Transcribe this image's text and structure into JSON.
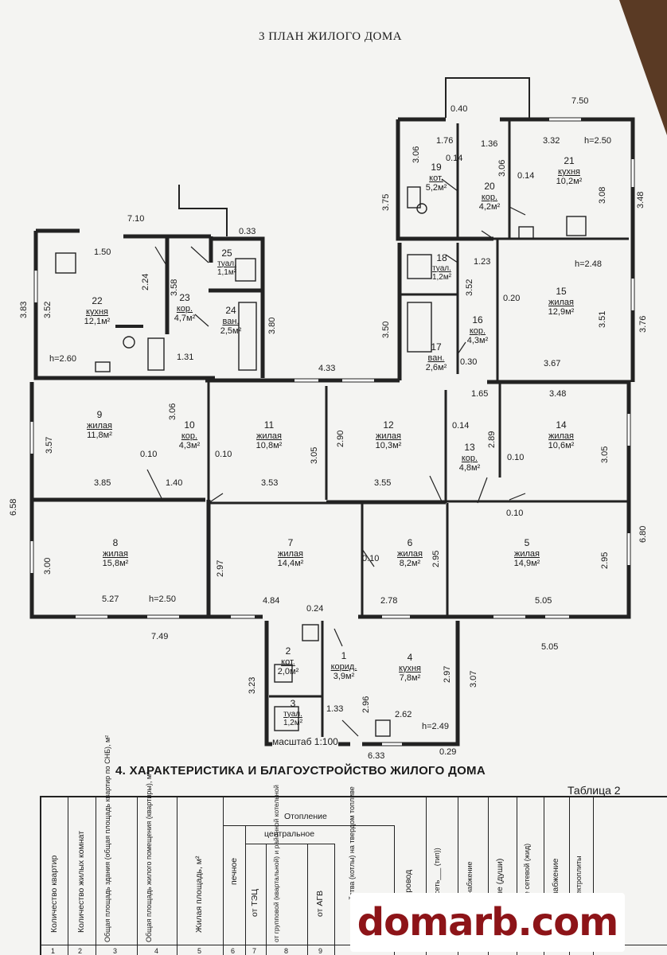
{
  "title": "3 ПЛАН ЖИЛОГО ДОМА",
  "rooms": [
    {
      "no": "22",
      "type": "кухня",
      "area": "12,1м²"
    },
    {
      "no": "23",
      "type": "кор.",
      "area": "4,7м²"
    },
    {
      "no": "24",
      "type": "ван.",
      "area": "2,5м²"
    },
    {
      "no": "25",
      "type": "туал.",
      "area": "1,1м²"
    },
    {
      "no": "19",
      "type": "кот.",
      "area": "5,2м²"
    },
    {
      "no": "20",
      "type": "кор.",
      "area": "4,2м²"
    },
    {
      "no": "21",
      "type": "кухня",
      "area": "10,2м²"
    },
    {
      "no": "18",
      "type": "туал.",
      "area": "1,2м²"
    },
    {
      "no": "17",
      "type": "ван.",
      "area": "2,6м²"
    },
    {
      "no": "16",
      "type": "кор.",
      "area": "4,3м²"
    },
    {
      "no": "15",
      "type": "жилая",
      "area": "12,9м²"
    },
    {
      "no": "9",
      "type": "жилая",
      "area": "11,8м²"
    },
    {
      "no": "10",
      "type": "кор.",
      "area": "4,3м²"
    },
    {
      "no": "11",
      "type": "жилая",
      "area": "10,8м²"
    },
    {
      "no": "12",
      "type": "жилая",
      "area": "10,3м²"
    },
    {
      "no": "13",
      "type": "кор.",
      "area": "4,8м²"
    },
    {
      "no": "14",
      "type": "жилая",
      "area": "10,6м²"
    },
    {
      "no": "8",
      "type": "жилая",
      "area": "15,8м²"
    },
    {
      "no": "7",
      "type": "жилая",
      "area": "14,4м²"
    },
    {
      "no": "6",
      "type": "жилая",
      "area": "8,2м²"
    },
    {
      "no": "5",
      "type": "жилая",
      "area": "14,9м²"
    },
    {
      "no": "2",
      "type": "кот.",
      "area": "2,0м²"
    },
    {
      "no": "1",
      "type": "корид.",
      "area": "3,9м²"
    },
    {
      "no": "4",
      "type": "кухня",
      "area": "7,8м²"
    },
    {
      "no": "3",
      "type": "туал.",
      "area": "1,2м²"
    }
  ],
  "dims": [
    "7.10",
    "0.33",
    "3.58",
    "3.80",
    "2.24",
    "1.31",
    "3.52",
    "3.83",
    "h=2.60",
    "1.50",
    "0.40",
    "7.50",
    "1.76",
    "1.36",
    "3.32",
    "h=2.50",
    "3.06",
    "0.14",
    "3.06",
    "0.14",
    "3.75",
    "3.08",
    "3.48",
    "1.23",
    "h=2.48",
    "3.52",
    "0.20",
    "3.50",
    "3.51",
    "3.76",
    "0.30",
    "3.67",
    "4.33",
    "1.65",
    "3.48",
    "3.06",
    "3.57",
    "0.10",
    "0.10",
    "3.05",
    "2.90",
    "0.14",
    "2.89",
    "0.10",
    "3.05",
    "3.85",
    "1.40",
    "3.53",
    "3.55",
    "0.10",
    "6.58",
    "3.00",
    "2.97",
    "0.10",
    "2.95",
    "2.95",
    "6.80",
    "5.27",
    "h=2.50",
    "4.84",
    "0.24",
    "2.78",
    "5.05",
    "7.49",
    "5.05",
    "3.23",
    "2.97",
    "3.07",
    "2.96",
    "1.33",
    "2.62",
    "h=2.49",
    "6.33",
    "0.29"
  ],
  "scale": "масштаб 1:100",
  "section_title": "4. ХАРАКТЕРИСТИКА И БЛАГОУСТРОЙСТВО ЖИЛОГО ДОМА",
  "table_label": "Таблица 2",
  "table": {
    "heating_header": "Отопление",
    "central_header": "центральное",
    "columns": [
      "Количество квартир",
      "Количество жилых комнат",
      "Общая площадь здания (общая площадь квартир по СНБ), м²",
      "Общая площадь жилого помещения (квартиры), м²",
      "Жилая площадь, м²",
      "печное",
      "от ТЭЦ",
      "от групповой (квартальной) и районной котельной",
      "от АГВ",
      "индив. устройства (котлы) на твердом топливе",
      "Водопровод",
      "Канализация (сеть___ (тип))",
      "Горячее водоснабжение",
      "Ванные (души)",
      "Газоснабжение сетевой (жид)",
      "Электроснабжение",
      "Напольные электроплиты"
    ],
    "row_numbers": [
      "1",
      "2",
      "3",
      "4",
      "5",
      "6",
      "7",
      "8",
      "9"
    ]
  },
  "watermark": "domarb.com"
}
